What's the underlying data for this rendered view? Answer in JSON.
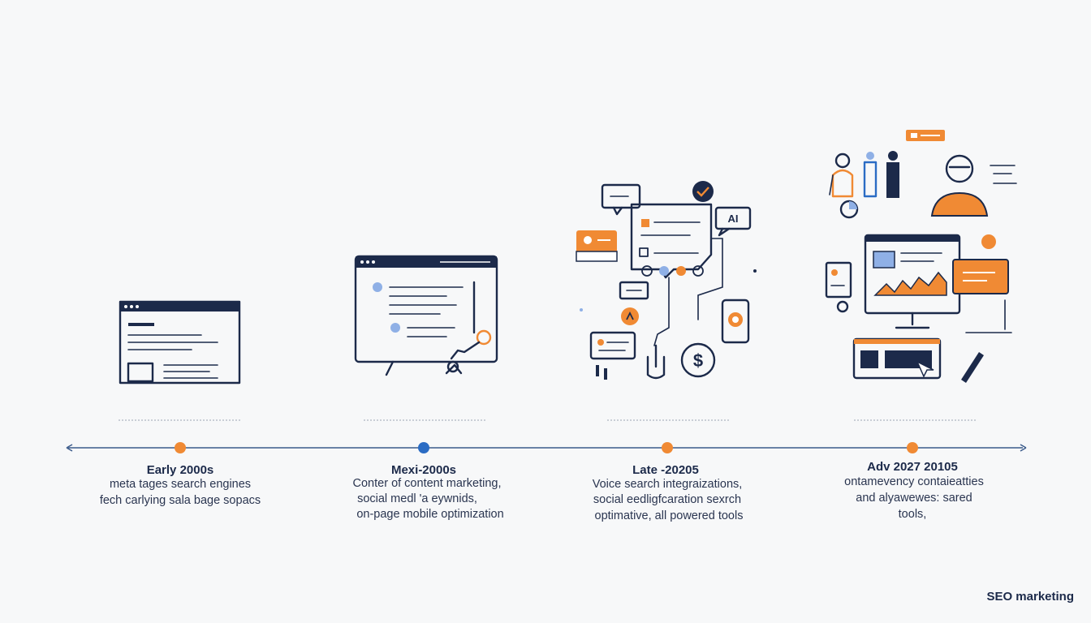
{
  "colors": {
    "navy": "#1c2a4a",
    "orange": "#f08a34",
    "blue": "#2b6cc4",
    "timeline": "#3a5a8a"
  },
  "brand": "SEO marketing",
  "eras": [
    {
      "title": "Early 2000s",
      "lines": [
        "meta tages search engines",
        "fech carlying sala bage sopacs"
      ],
      "node_color": "orange",
      "icon": "browser-window-icon"
    },
    {
      "title": "Mexi-2000s",
      "lines": [
        "Conter of content marketing,",
        "social medl 'a eywnids,",
        "on-page mobile optimization"
      ],
      "node_color": "blue",
      "icon": "content-dashboard-icon"
    },
    {
      "title": "Late -20205",
      "lines": [
        "Voice search integraizations,",
        "social eedligfcaration sexrch",
        "optimative, all powered tools"
      ],
      "node_color": "orange",
      "icon": "social-voice-network-icon"
    },
    {
      "title": "Adv 2027 20105",
      "lines": [
        "ontamevency contaieatties",
        "and alyawewes: sared",
        "tools,"
      ],
      "node_color": "orange",
      "icon": "ai-analytics-team-icon"
    }
  ],
  "icon_labels": {
    "ai_bubble": "AI"
  }
}
